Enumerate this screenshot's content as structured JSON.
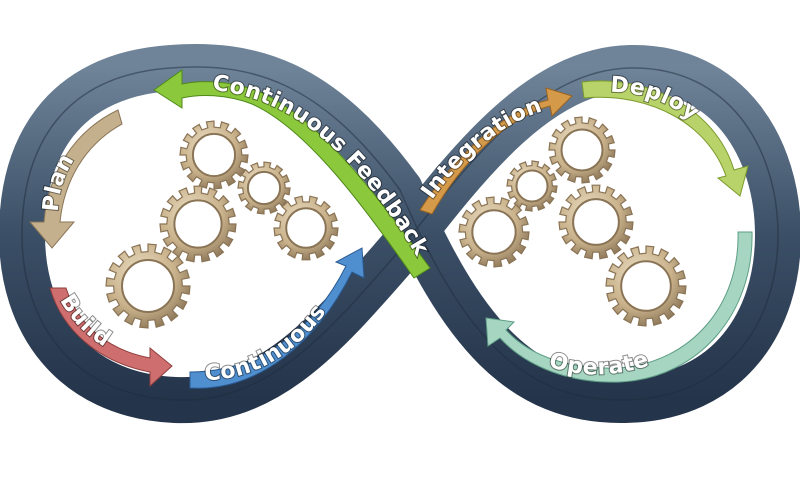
{
  "diagram": {
    "phases": [
      {
        "key": "plan",
        "label": "Plan",
        "color": "#c4b08c",
        "color_dark": "#8a7558"
      },
      {
        "key": "build",
        "label": "Build",
        "color": "#cf6e6e",
        "color_dark": "#8e3d3d"
      },
      {
        "key": "continuous",
        "label": "Continuous",
        "color": "#4f8fd0",
        "color_dark": "#2a5b93"
      },
      {
        "key": "integration",
        "label": "Integration",
        "color": "#d49a4a",
        "color_dark": "#9a6420"
      },
      {
        "key": "deploy",
        "label": "Deploy",
        "color": "#b8d36a",
        "color_dark": "#7c9a2c"
      },
      {
        "key": "operate",
        "label": "Operate",
        "color": "#a6d6c2",
        "color_dark": "#5e9e86"
      },
      {
        "key": "continuous_feedback",
        "label": "Continuous Feedback",
        "color": "#8cc83c",
        "color_dark": "#4f8a1a"
      }
    ],
    "loop_color": "#3b4f66",
    "loop_highlight": "#6f8499",
    "gear_color": "#c9b28b",
    "gear_dark": "#8a7456",
    "icons": [
      "gear-icon"
    ]
  }
}
